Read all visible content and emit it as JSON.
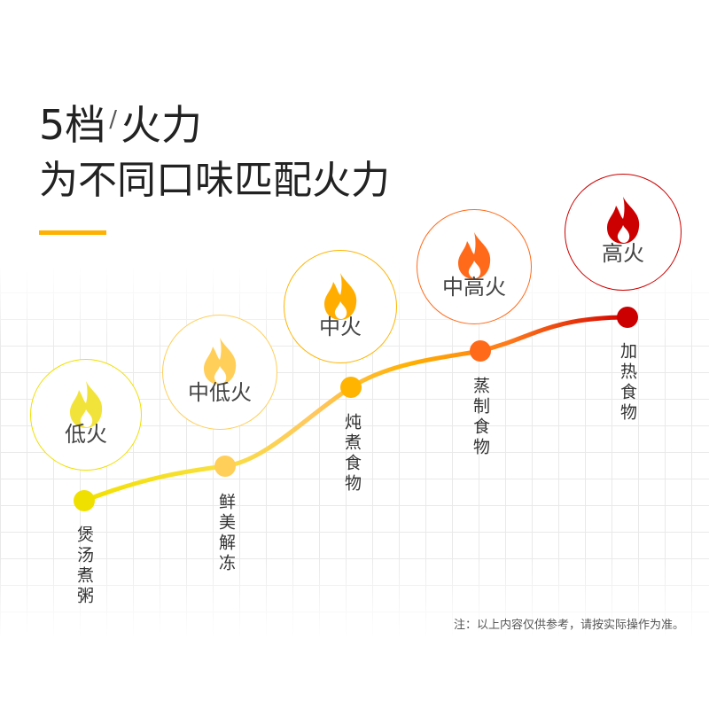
{
  "header": {
    "title_part1": "5档",
    "title_slash": "/",
    "title_part2": "火力",
    "subtitle": "为不同口味匹配火力"
  },
  "levels": [
    {
      "label": "低火",
      "food": "煲汤煮粥",
      "color": "#f0e000",
      "flame_color": "#f2e33a"
    },
    {
      "label": "中低火",
      "food": "鲜美解冻",
      "color": "#ffcf5a",
      "flame_color": "#ffcf5a"
    },
    {
      "label": "中火",
      "food": "炖煮食物",
      "color": "#ffb400",
      "flame_color": "#ffad00"
    },
    {
      "label": "中高火",
      "food": "蒸制食物",
      "color": "#ff6a1a",
      "flame_color": "#ff6a1a"
    },
    {
      "label": "高火",
      "food": "加热食物",
      "color": "#cc0000",
      "flame_color": "#cc0000"
    }
  ],
  "note": "注：以上内容仅供参考，请按实际操作为准。"
}
